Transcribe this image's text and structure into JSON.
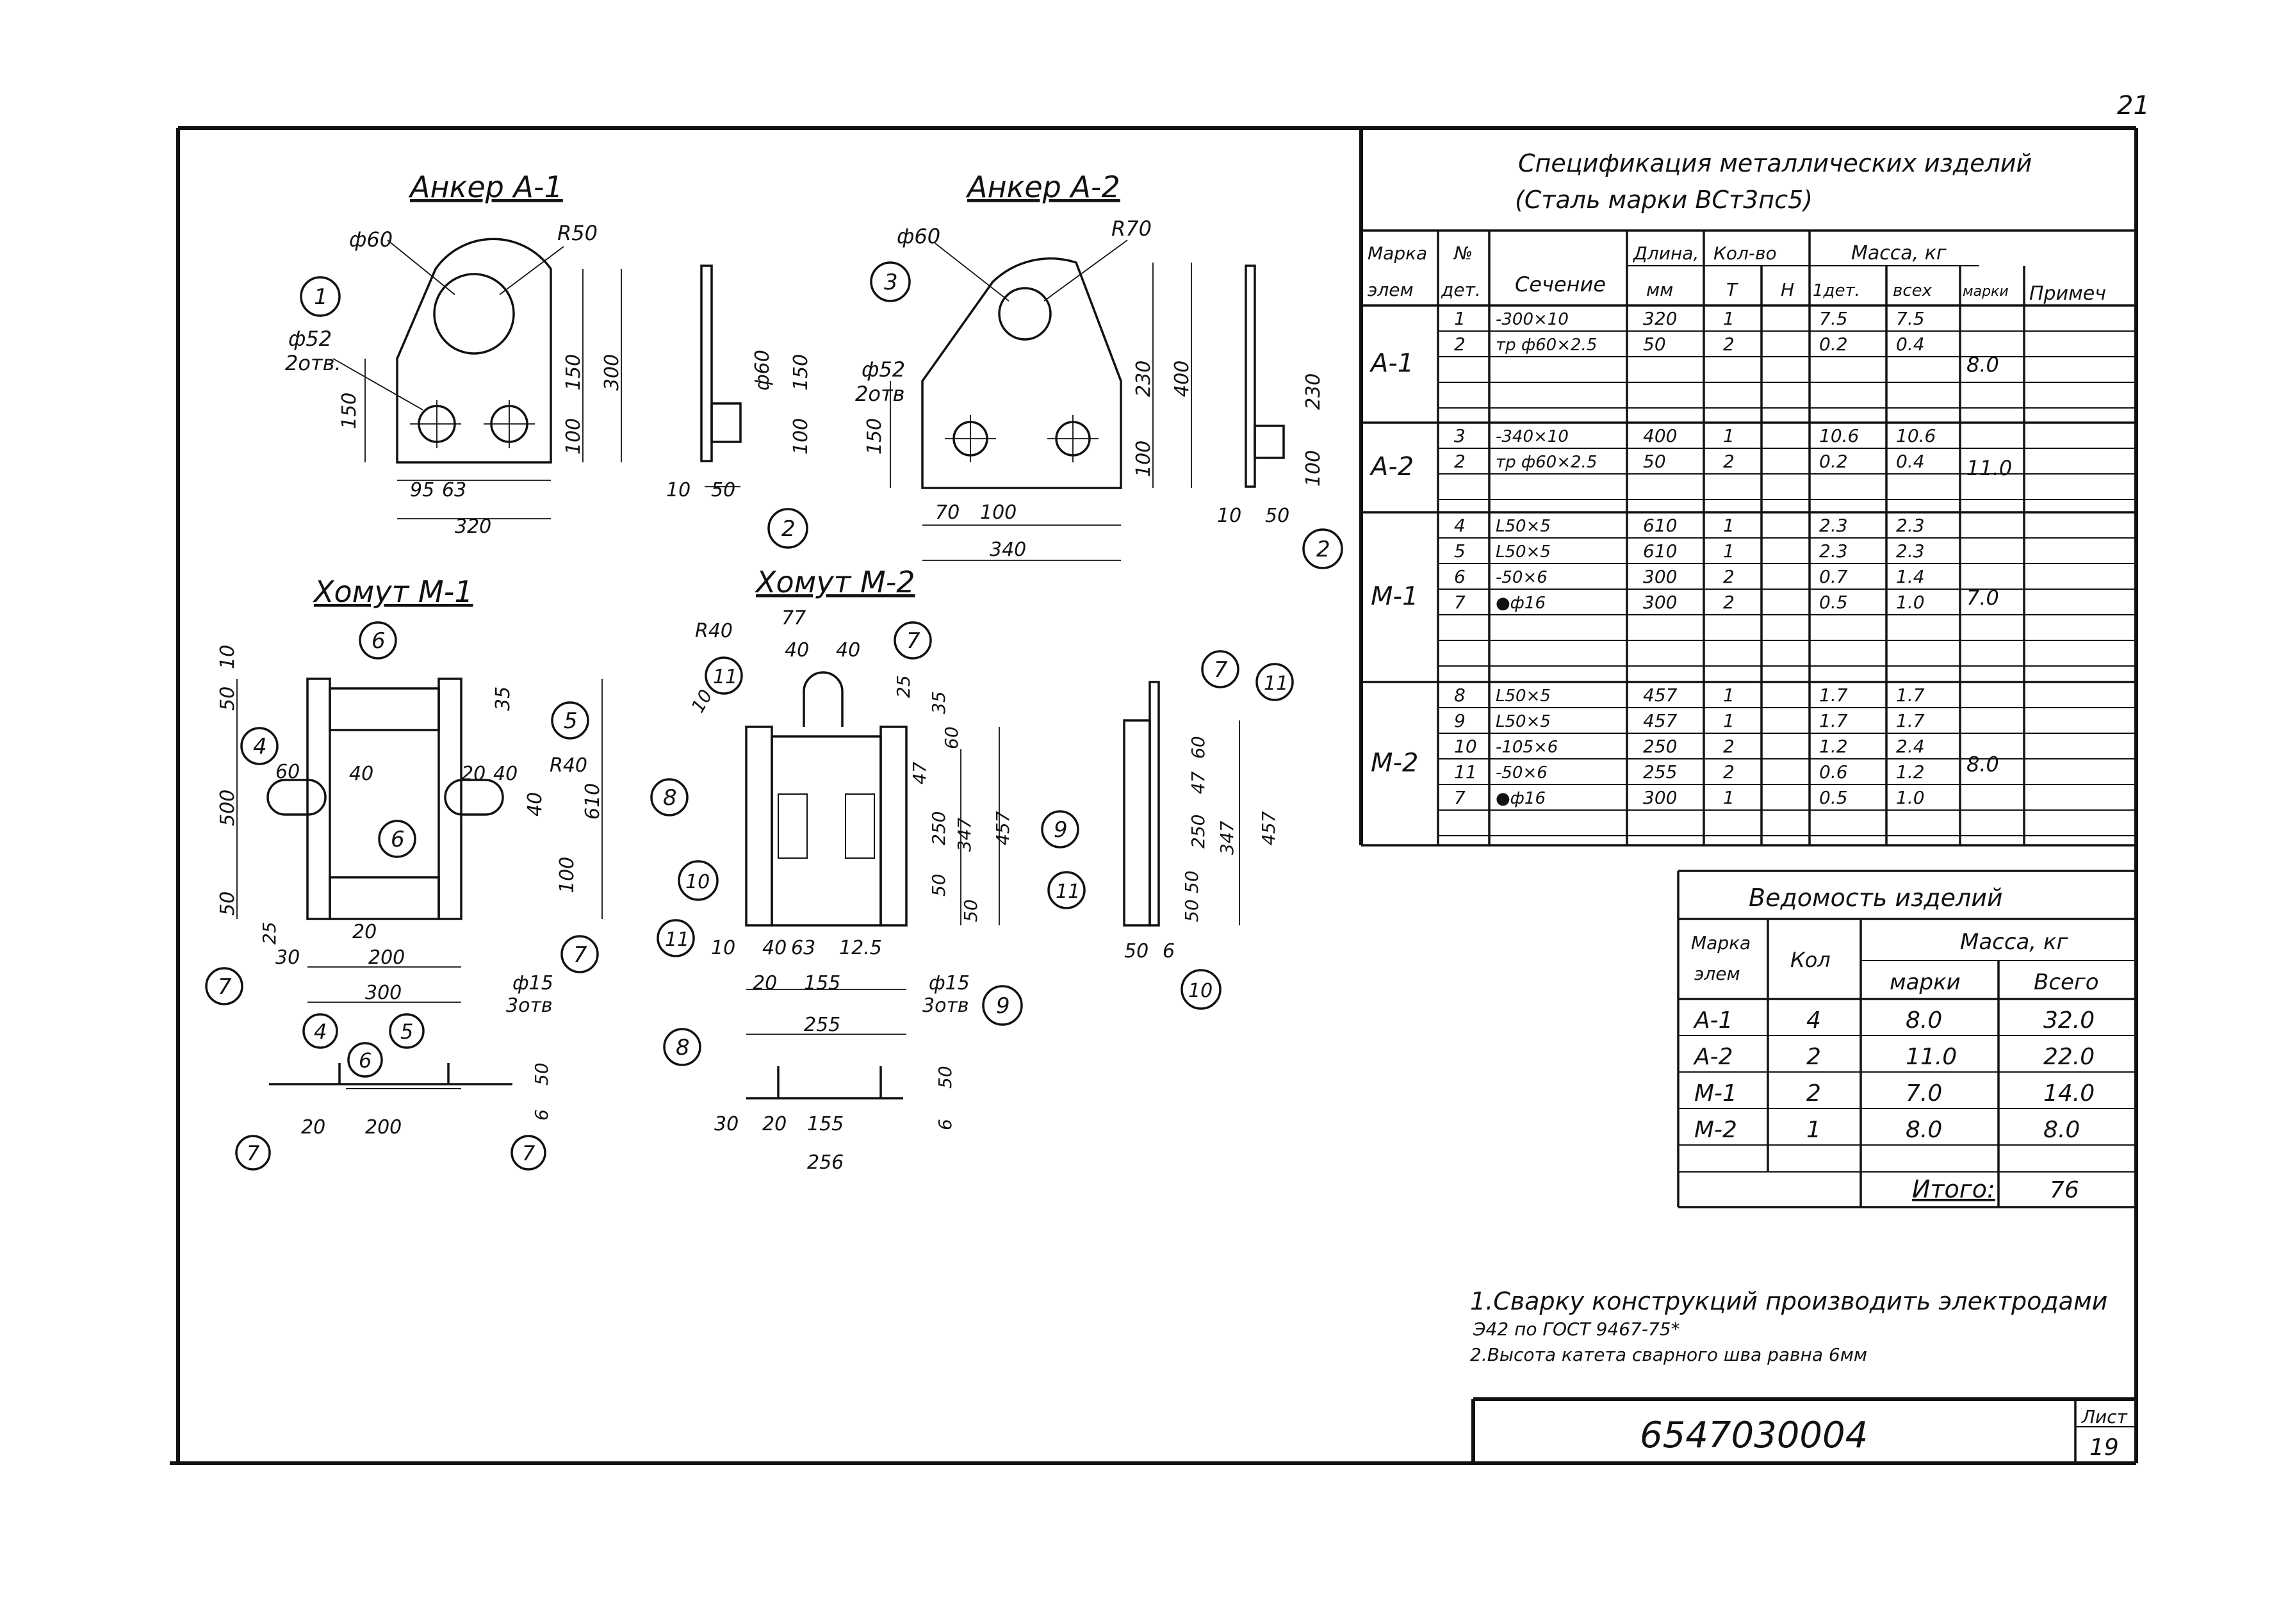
{
  "page_number": "21",
  "drawings": {
    "a1": {
      "title": "Анкер А-1",
      "dims": [
        "ф60",
        "R50",
        "ф52",
        "2отв.",
        "150",
        "150",
        "300",
        "100",
        "95",
        "63",
        "320"
      ]
    },
    "a2": {
      "title": "Анкер А-2",
      "dims": [
        "ф60",
        "R70",
        "ф52",
        "2отв",
        "150",
        "230",
        "400",
        "100",
        "70",
        "100",
        "340"
      ],
      "side_dims": [
        "ф60",
        "150",
        "100",
        "10",
        "50"
      ],
      "side2_dims": [
        "230",
        "100",
        "10",
        "50"
      ]
    },
    "m1": {
      "title": "Хомут М-1",
      "dims": [
        "10",
        "50",
        "500",
        "50",
        "60",
        "40",
        "20",
        "40",
        "R40",
        "35",
        "40",
        "100",
        "610",
        "25",
        "30",
        "20",
        "200",
        "300",
        "ф15",
        "3отв"
      ],
      "bottom_dims": [
        "20",
        "200",
        "50",
        "6"
      ]
    },
    "m2": {
      "title": "Хомут М-2",
      "dims": [
        "R40",
        "77",
        "40",
        "40",
        "10",
        "35",
        "25",
        "60",
        "47",
        "250",
        "347",
        "457",
        "50",
        "50",
        "10",
        "40",
        "63",
        "12.5",
        "20",
        "155",
        "255",
        "ф15",
        "3отв"
      ],
      "bottom_dims": [
        "30",
        "20",
        "155",
        "256",
        "50",
        "6"
      ],
      "side_dims": [
        "60",
        "47",
        "250",
        "347",
        "457",
        "50",
        "50",
        "50",
        "6"
      ]
    },
    "callouts": [
      "1",
      "2",
      "3",
      "2",
      "4",
      "5",
      "6",
      "6",
      "7",
      "7",
      "4",
      "5",
      "6",
      "7",
      "7",
      "11",
      "7",
      "8",
      "10",
      "11",
      "9",
      "8",
      "7",
      "11",
      "9",
      "11",
      "10"
    ]
  },
  "spec": {
    "title_line1": "Спецификация металлических изделий",
    "title_line2": "(Сталь марки ВСт3пс5)",
    "headers": {
      "marka": "Марка",
      "elem": "элем",
      "num": "№",
      "det": "дет.",
      "section": "Сечение",
      "length": "Длина,",
      "mm": "мм",
      "qty": "Кол-во",
      "t": "Т",
      "n": "Н",
      "mass": "Масса, кг",
      "one_det": "1дет.",
      "all": "всех",
      "marki": "марки",
      "note": "Примеч"
    },
    "groups": [
      {
        "mark": "А-1",
        "mass_mark": "8.0",
        "rows": [
          {
            "det": "1",
            "section": "-300×10",
            "length": "320",
            "t": "1",
            "m1": "7.5",
            "mall": "7.5"
          },
          {
            "det": "2",
            "section": "тр ф60×2.5",
            "length": "50",
            "t": "2",
            "m1": "0.2",
            "mall": "0.4"
          }
        ]
      },
      {
        "mark": "А-2",
        "mass_mark": "11.0",
        "rows": [
          {
            "det": "3",
            "section": "-340×10",
            "length": "400",
            "t": "1",
            "m1": "10.6",
            "mall": "10.6"
          },
          {
            "det": "2",
            "section": "тр ф60×2.5",
            "length": "50",
            "t": "2",
            "m1": "0.2",
            "mall": "0.4"
          }
        ]
      },
      {
        "mark": "М-1",
        "mass_mark": "7.0",
        "rows": [
          {
            "det": "4",
            "section": "L50×5",
            "length": "610",
            "t": "1",
            "m1": "2.3",
            "mall": "2.3"
          },
          {
            "det": "5",
            "section": "L50×5",
            "length": "610",
            "t": "1",
            "m1": "2.3",
            "mall": "2.3"
          },
          {
            "det": "6",
            "section": "-50×6",
            "length": "300",
            "t": "2",
            "m1": "0.7",
            "mall": "1.4"
          },
          {
            "det": "7",
            "section": "●ф16",
            "length": "300",
            "t": "2",
            "m1": "0.5",
            "mall": "1.0"
          }
        ]
      },
      {
        "mark": "М-2",
        "mass_mark": "8.0",
        "rows": [
          {
            "det": "8",
            "section": "L50×5",
            "length": "457",
            "t": "1",
            "m1": "1.7",
            "mall": "1.7"
          },
          {
            "det": "9",
            "section": "L50×5",
            "length": "457",
            "t": "1",
            "m1": "1.7",
            "mall": "1.7"
          },
          {
            "det": "10",
            "section": "-105×6",
            "length": "250",
            "t": "2",
            "m1": "1.2",
            "mall": "2.4"
          },
          {
            "det": "11",
            "section": "-50×6",
            "length": "255",
            "t": "2",
            "m1": "0.6",
            "mall": "1.2"
          },
          {
            "det": "7",
            "section": "●ф16",
            "length": "300",
            "t": "1",
            "m1": "0.5",
            "mall": "1.0"
          }
        ]
      }
    ]
  },
  "vedomost": {
    "title": "Ведомость изделий",
    "h_mark": "Марка",
    "h_elem": "элем",
    "h_qty": "Кол",
    "h_mass": "Масса, кг",
    "h_marki": "марки",
    "h_total": "Всего",
    "rows": [
      {
        "mark": "А-1",
        "qty": "4",
        "mass": "8.0",
        "total": "32.0"
      },
      {
        "mark": "А-2",
        "qty": "2",
        "mass": "11.0",
        "total": "22.0"
      },
      {
        "mark": "М-1",
        "qty": "2",
        "mass": "7.0",
        "total": "14.0"
      },
      {
        "mark": "М-2",
        "qty": "1",
        "mass": "8.0",
        "total": "8.0"
      }
    ],
    "itogo_label": "Итого:",
    "itogo_value": "76"
  },
  "notes": {
    "line1": "1.Сварку конструкций производить электродами",
    "line2": "Э42 по ГОСТ 9467-75*",
    "line3": "2.Высота катета сварного шва равна 6мм"
  },
  "stamp": {
    "code": "6547030004",
    "sheet_label": "Лист",
    "sheet_no": "19"
  }
}
